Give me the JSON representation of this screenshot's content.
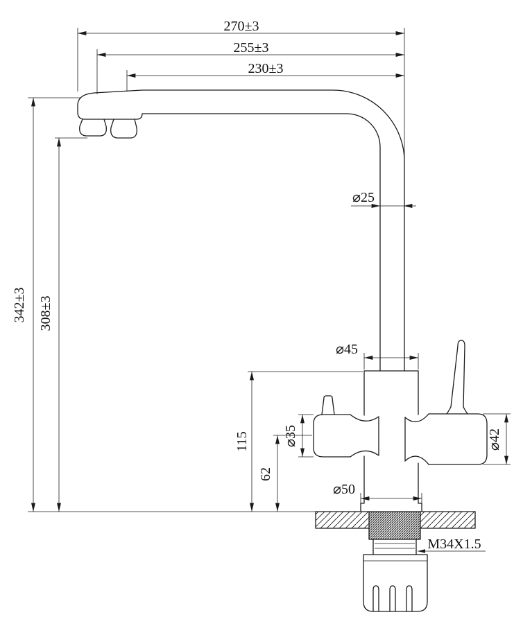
{
  "dimensions": {
    "overall_width": "270±3",
    "middle_width": "255±3",
    "inner_width": "230±3",
    "overall_height": "342±3",
    "spout_height": "308±3",
    "pipe_diameter": "⌀25",
    "body_diameter": "⌀45",
    "body_height": "115",
    "handle_center_height": "62",
    "left_handle_diameter": "⌀35",
    "right_handle_diameter": "⌀42",
    "base_diameter": "⌀50",
    "thread_spec": "M34X1.5"
  },
  "colors": {
    "line_color": "#1a1a1a",
    "background": "#ffffff"
  }
}
